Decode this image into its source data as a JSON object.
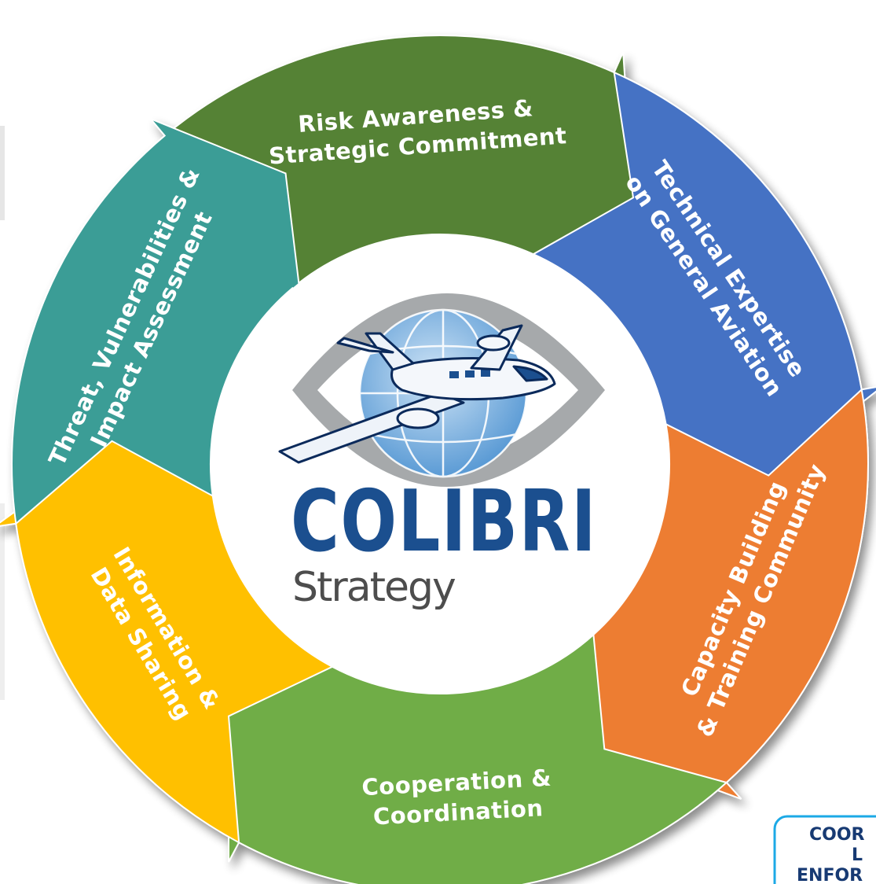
{
  "diagram": {
    "segments": [
      {
        "id": "risk",
        "lines": [
          "Risk Awareness &",
          "Strategic Commitment"
        ],
        "color": "#548235"
      },
      {
        "id": "technical",
        "lines": [
          "Technical Expertise",
          "on General Aviation"
        ],
        "color": "#4472c4"
      },
      {
        "id": "capacity",
        "lines": [
          "Capacity Building",
          "& Training Community"
        ],
        "color": "#ed7d31"
      },
      {
        "id": "cooperation",
        "lines": [
          "Cooperation &",
          "Coordination"
        ],
        "color": "#70ad47"
      },
      {
        "id": "information",
        "lines": [
          "Information &",
          "Data Sharing"
        ],
        "color": "#ffc000"
      },
      {
        "id": "threat",
        "lines": [
          "Threat, Vulnerabilities &",
          "Impact Assessment"
        ],
        "color": "#3a9d96"
      }
    ],
    "logo": {
      "wordmark": "COLIBRI",
      "subtitle": "Strategy",
      "wordmark_color": "#1b4f8f",
      "eye_color": "#a6a9ab",
      "globe_color": "#6fa8dc"
    },
    "corner_box": {
      "lines": [
        "COOR",
        "L",
        "ENFOR"
      ],
      "color": "#1ca9e6"
    }
  }
}
